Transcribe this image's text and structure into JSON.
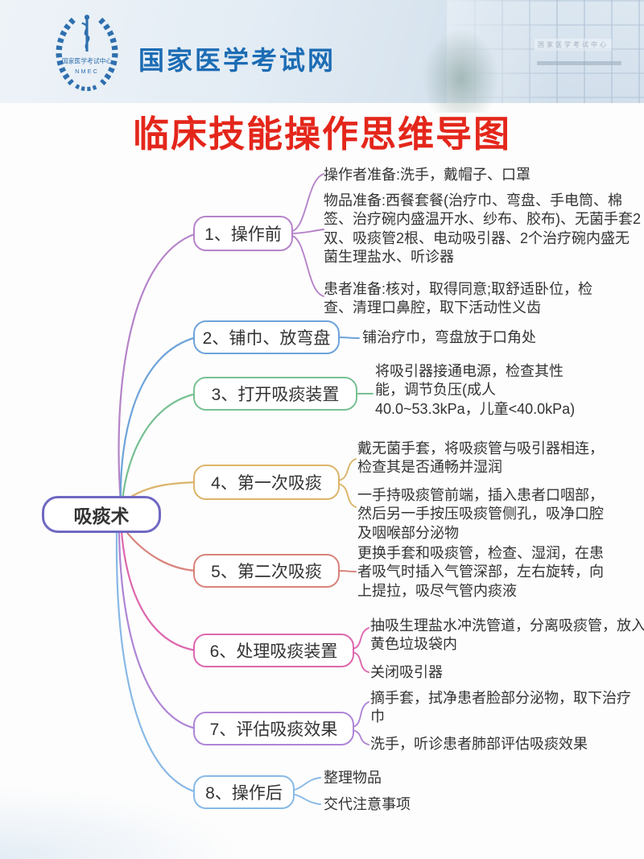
{
  "header": {
    "site_name": "国家医学考试网",
    "logo": {
      "emblem_text": "国家医学考试中心",
      "emblem_abbr": "NMEC"
    },
    "building_sign": "国家医学考试中心"
  },
  "title": "临床技能操作思维导图",
  "mindmap": {
    "root": {
      "label": "吸痰术",
      "color": "#6f68c2"
    },
    "branches": [
      {
        "label": "1、操作前",
        "color": "#b583c9",
        "details": [
          "操作者准备:洗手，戴帽子、口罩",
          "物品准备:西餐套餐(治疗巾、弯盘、手电筒、棉签、治疗碗内盛温开水、纱布、胶布)、无菌手套2双、吸痰管2根、电动吸引器、2个治疗碗内盛无菌生理盐水、听诊器",
          "患者准备:核对，取得同意;取舒适卧位，检查、清理口鼻腔，取下活动性义齿"
        ]
      },
      {
        "label": "2、铺巾、放弯盘",
        "color": "#6ea3da",
        "details": [
          "铺治疗巾，弯盘放于口角处"
        ]
      },
      {
        "label": "3、打开吸痰装置",
        "color": "#77c092",
        "details": [
          "将吸引器接通电源，检查其性能，调节负压(成人40.0~53.3kPa，儿童<40.0kPa)"
        ]
      },
      {
        "label": "4、第一次吸痰",
        "color": "#dcb469",
        "details": [
          "戴无菌手套，将吸痰管与吸引器相连，检查其是否通畅并湿润",
          "一手持吸痰管前端，插入患者口咽部，然后另一手按压吸痰管侧孔，吸净口腔及咽喉部分泌物"
        ]
      },
      {
        "label": "5、第二次吸痰",
        "color": "#d8837b",
        "details": [
          "更换手套和吸痰管，检查、湿润，在患者吸气时插入气管深部，左右旋转，向上提拉，吸尽气管内痰液"
        ]
      },
      {
        "label": "6、处理吸痰装置",
        "color": "#dd67ae",
        "details": [
          "抽吸生理盐水冲洗管道，分离吸痰管，放入黄色垃圾袋内",
          "关闭吸引器"
        ]
      },
      {
        "label": "7、评估吸痰效果",
        "color": "#af85d6",
        "details": [
          "摘手套，拭净患者脸部分泌物，取下治疗巾",
          "洗手，听诊患者肺部评估吸痰效果"
        ]
      },
      {
        "label": "8、操作后",
        "color": "#88b9e6",
        "details": [
          "整理物品",
          "交代注意事项"
        ]
      }
    ]
  }
}
